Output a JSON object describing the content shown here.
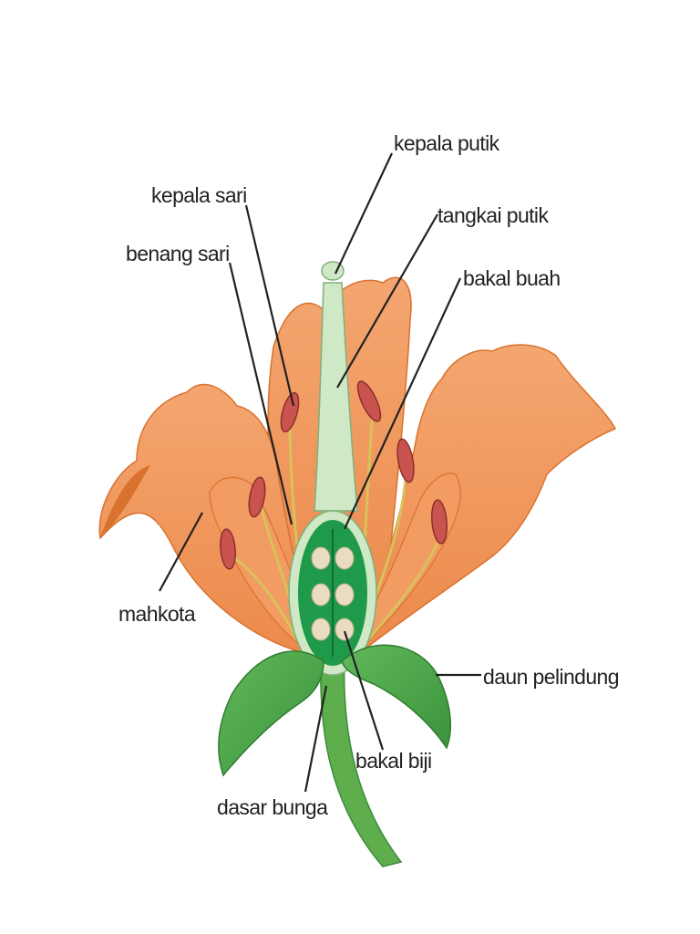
{
  "labels": {
    "stigma": "kepala putik",
    "anther": "kepala sari",
    "style": "tangkai putik",
    "filament": "benang sari",
    "ovary": "bakal buah",
    "petal": "mahkota",
    "sepal": "daun pelindung",
    "ovule": "bakal biji",
    "receptacle": "dasar bunga"
  },
  "colors": {
    "petal": "#f0955a",
    "petal_dark": "#d9722f",
    "leaf": "#49a845",
    "leaf_dark": "#2f7d31",
    "pistil": "#cfe8c6",
    "ovary": "#1e9a4a",
    "ovule": "#e9dcc3",
    "anther": "#c9534f",
    "filament": "#d8c25a"
  }
}
